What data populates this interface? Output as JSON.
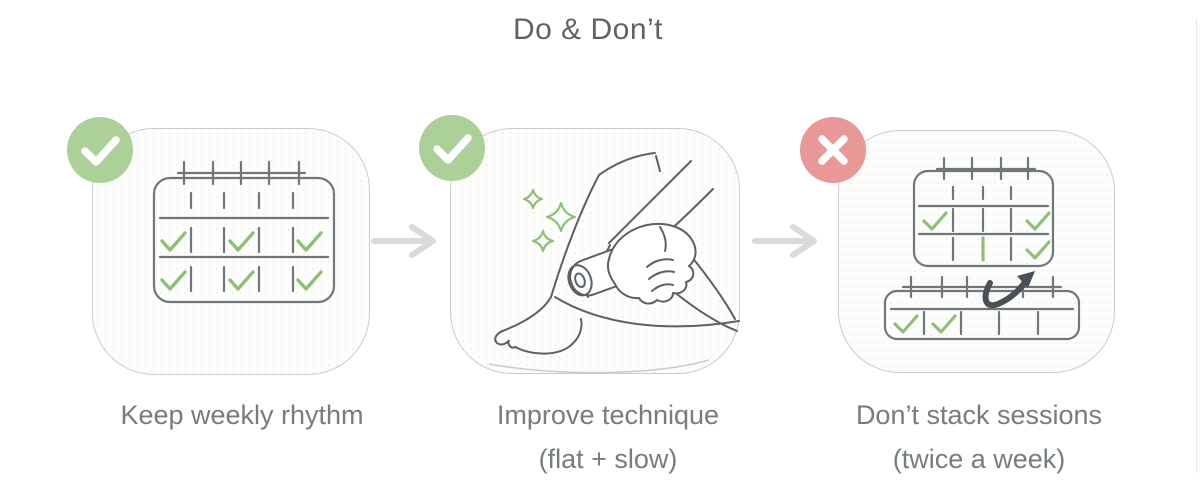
{
  "title": "Do & Don’t",
  "colors": {
    "badge_green": "#abd098",
    "badge_red": "#e89897",
    "badge_glyph": "#ffffff",
    "green": "#8fbf75",
    "calendar_gray": "#6f777b",
    "ink": "#5a6167",
    "dark_arrow": "#4a5055",
    "flow_arrow": "#d8dadb",
    "card_border": "#c9cccd",
    "title_text": "#5d6468",
    "caption_text": "#757d81",
    "edge_line": "#e8e9e9"
  },
  "panels": [
    {
      "badge": "check",
      "badge_icon": "check-circle-icon",
      "illustration": "weekly-calendar-with-green-checks",
      "caption": "Keep weekly rhythm",
      "caption2": ""
    },
    {
      "badge": "check",
      "badge_icon": "check-circle-icon",
      "illustration": "hand-gliding-device-on-leg-with-sparkles",
      "caption": "Improve technique",
      "caption2": "(flat + slow)"
    },
    {
      "badge": "cross",
      "badge_icon": "x-circle-icon",
      "illustration": "two-calendars-with-stacked-sessions-arrow",
      "caption": "Don’t stack sessions",
      "caption2": "(twice a week)"
    }
  ],
  "flow": {
    "arrow_icon": "right-arrow-icon"
  }
}
